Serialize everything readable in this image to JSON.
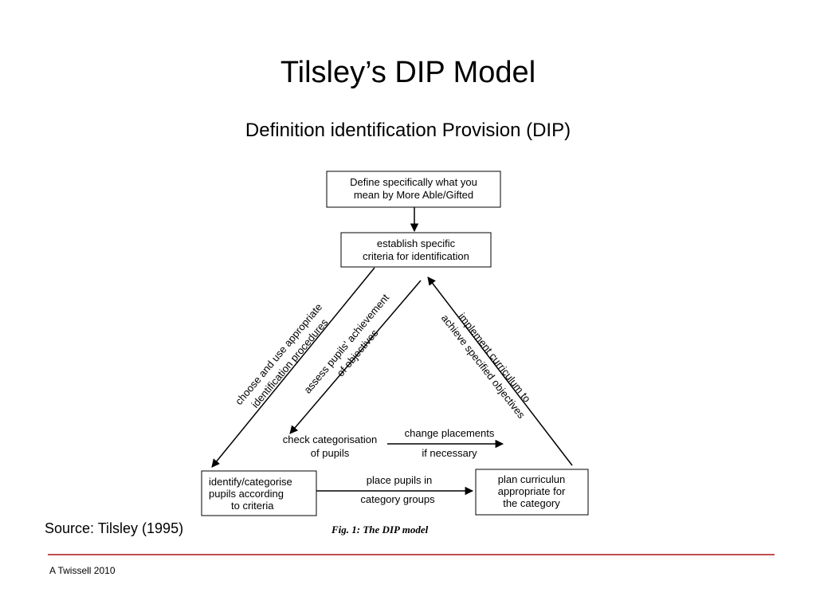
{
  "title": "Tilsley’s DIP Model",
  "subtitle": "Definition identification Provision (DIP)",
  "diagram": {
    "boxes": {
      "define": [
        "Define specifically what you",
        "mean by More Able/Gifted"
      ],
      "establish": [
        "establish specific",
        "criteria for identification"
      ],
      "identify": [
        "identify/categorise",
        "pupils according",
        "to criteria"
      ],
      "plan": [
        "plan curriculun",
        "appropriate for",
        "the category"
      ]
    },
    "labels": {
      "choose": [
        "choose and use appropriate",
        "identification procedures"
      ],
      "assess": [
        "assess pupils' achievement",
        "of objectives"
      ],
      "implement": [
        "implement curriculum to",
        "achieve specified objectives"
      ],
      "check": [
        "check categorisation",
        "of pupils"
      ],
      "change": [
        "change placements",
        "if necessary"
      ],
      "place": [
        "place pupils in",
        "category groups"
      ]
    },
    "caption": "Fig. 1: The DIP model"
  },
  "source": "Source: Tilsley (1995)",
  "footer": "A Twissell 2010",
  "colors": {
    "rule": "#c0504d"
  }
}
